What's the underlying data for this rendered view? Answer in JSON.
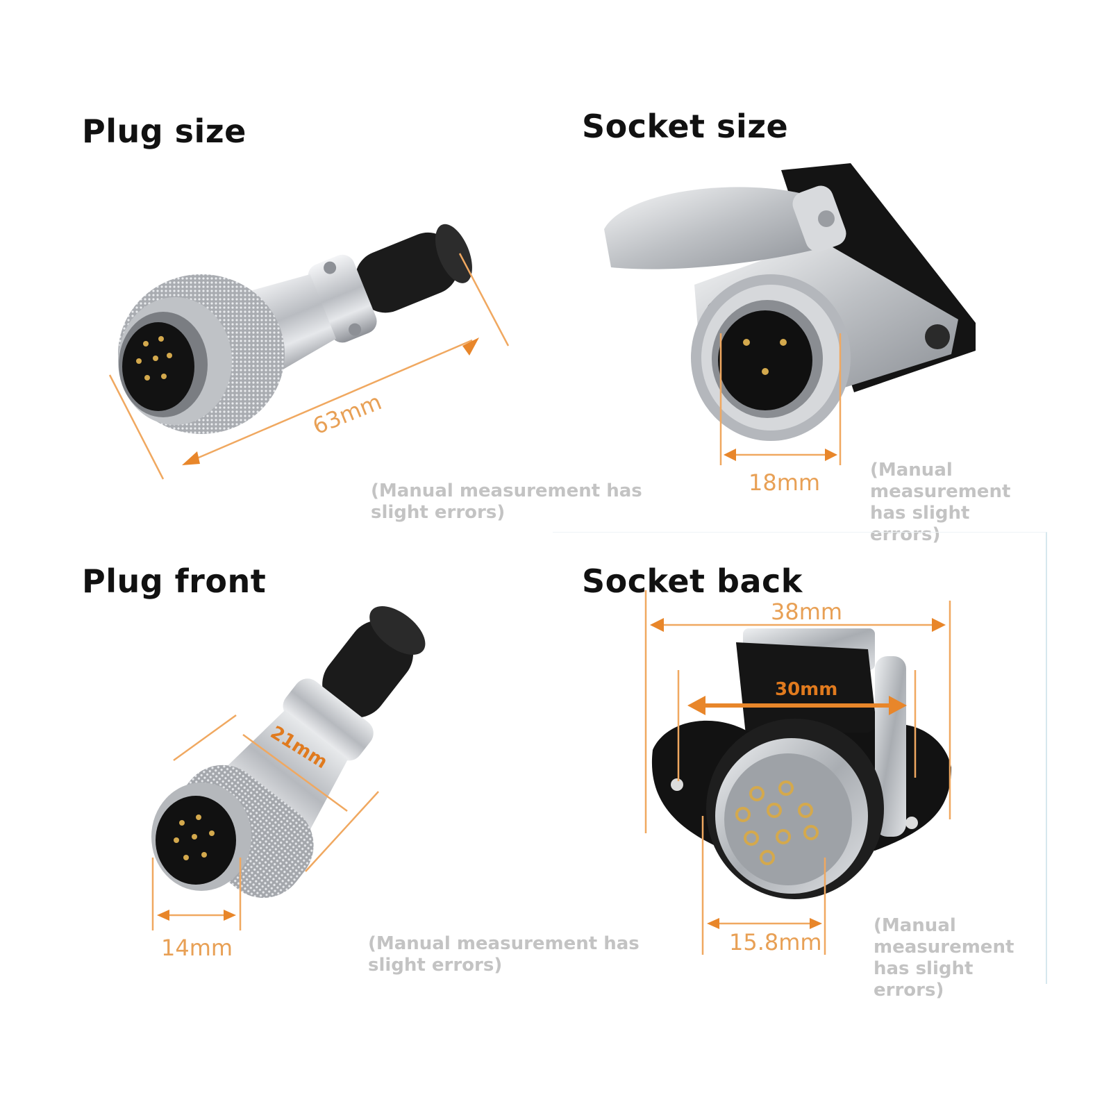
{
  "panels": {
    "plug_size": {
      "title": "Plug size",
      "dimension": "63mm",
      "note": [
        "(Manual measurement has",
        "slight errors)"
      ]
    },
    "socket_size": {
      "title": "Socket size",
      "dimension": "18mm",
      "note": [
        "(Manual",
        "measurement",
        "has slight",
        "errors)"
      ]
    },
    "plug_front": {
      "title": "Plug front",
      "dimension_width": "14mm",
      "dimension_body": "21mm",
      "note": [
        "(Manual measurement has",
        "slight errors)"
      ]
    },
    "socket_back": {
      "title": "Socket back",
      "dimension_outer": "38mm",
      "dimension_inner": "30mm",
      "dimension_bottom": "15.8mm",
      "note": [
        "(Manual",
        "measurement",
        "has slight",
        "errors)"
      ]
    }
  },
  "colors": {
    "dimension_line": "#f0a860",
    "dimension_arrow": "#e8862a",
    "metal": "#c9cbcf",
    "rubber": "#111111",
    "note_text": "#c3c3c3"
  },
  "icons": [
    "plug-connector-image",
    "socket-connector-image",
    "dimension-arrow"
  ]
}
